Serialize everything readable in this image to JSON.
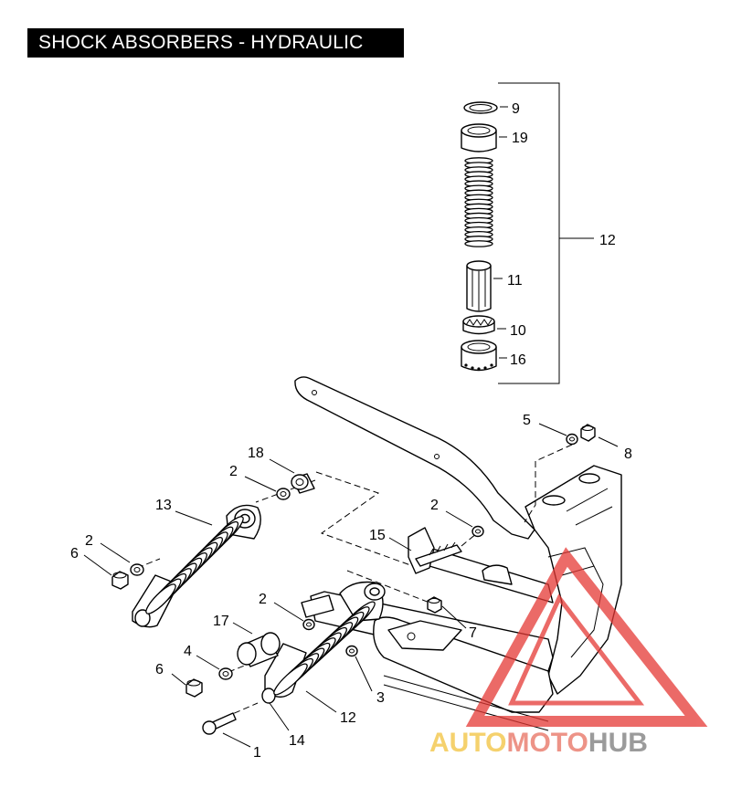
{
  "title": "SHOCK ABSORBERS - HYDRAULIC",
  "callouts": [
    "9",
    "19",
    "12",
    "11",
    "10",
    "16",
    "5",
    "8",
    "18",
    "2",
    "13",
    "2",
    "6",
    "2",
    "15",
    "2",
    "17",
    "4",
    "7",
    "6",
    "3",
    "12",
    "14",
    "1"
  ],
  "watermark": {
    "part1": "AUTO",
    "part2": "MOTO",
    "part3": "HUB",
    "colors": {
      "auto": "#f2c23d",
      "moto": "#e8705f",
      "hub": "#7a7a7a",
      "triangle": "#e53935"
    }
  }
}
